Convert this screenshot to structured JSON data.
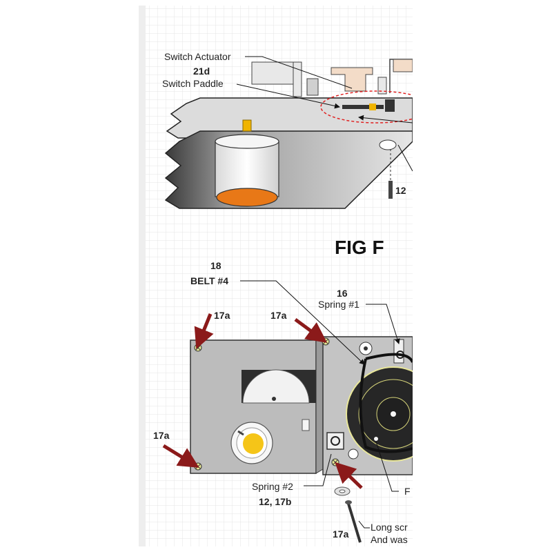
{
  "figure_title": "FIG F",
  "top_labels": {
    "switch_actuator": "Switch Actuator",
    "part_21d": "21d",
    "switch_paddle": "Switch Paddle",
    "part_12": "12"
  },
  "bottom_labels": {
    "part_18": "18",
    "belt": "BELT #4",
    "part_16": "16",
    "spring_1": "Spring #1",
    "screw_17a_top_left": "17a",
    "screw_17a_top_mid": "17a",
    "screw_17a_left": "17a",
    "spring_2": "Spring #2",
    "parts_12_17b": "12, 17b",
    "part_f": "F",
    "screw_17a_bottom": "17a",
    "long_screw": "Long scr",
    "and_washer": "And was"
  },
  "colors": {
    "arrow": "#8b1a1a",
    "motor_orange": "#e87817",
    "highlight_ellipse": "#e02020",
    "grid": "#dedede"
  }
}
